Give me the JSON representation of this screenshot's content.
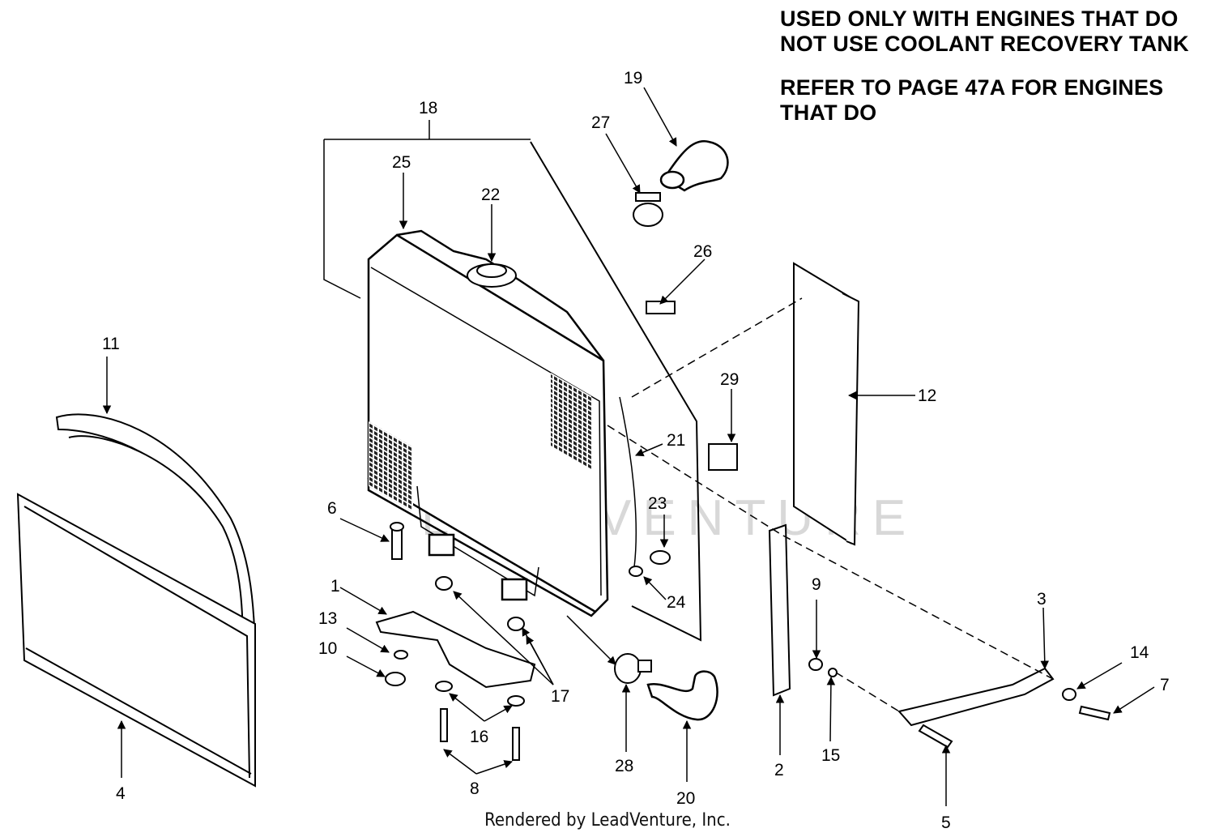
{
  "notes": {
    "line1": "USED ONLY WITH ENGINES THAT DO",
    "line2": "NOT USE COOLANT RECOVERY TANK",
    "line3": "REFER TO PAGE 47A FOR ENGINES",
    "line4": "THAT DO"
  },
  "watermark": "LEADVENTURE",
  "footer": "Rendered by LeadVenture, Inc.",
  "callouts": {
    "c1": "1",
    "c2": "2",
    "c3": "3",
    "c4": "4",
    "c5": "5",
    "c6": "6",
    "c7": "7",
    "c8": "8",
    "c9": "9",
    "c10": "10",
    "c11": "11",
    "c12": "12",
    "c13": "13",
    "c14": "14",
    "c15": "15",
    "c16": "16",
    "c17": "17",
    "c18": "18",
    "c19": "19",
    "c20": "20",
    "c21": "21",
    "c22": "22",
    "c23": "23",
    "c24": "24",
    "c25": "25",
    "c26": "26",
    "c27": "27",
    "c28": "28",
    "c29": "29"
  }
}
